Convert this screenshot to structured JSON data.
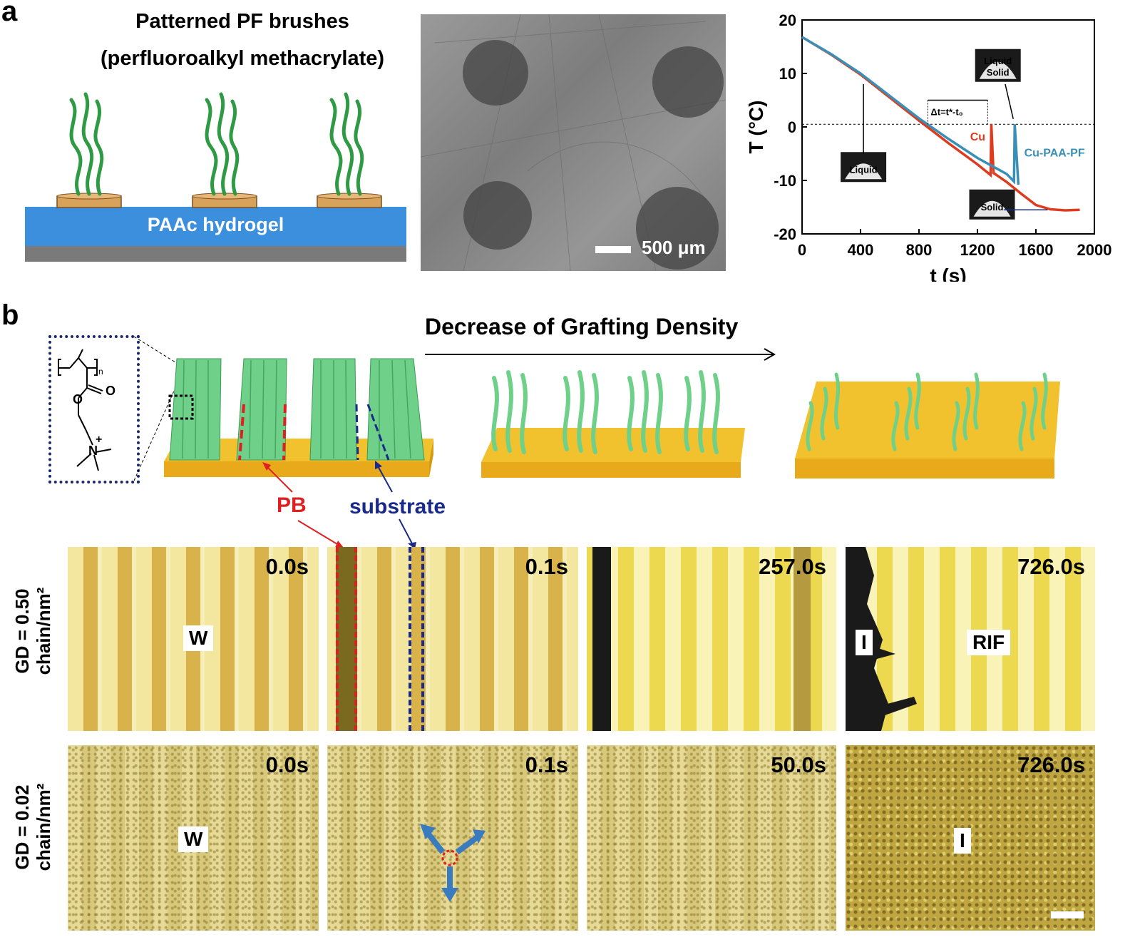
{
  "panel_a": {
    "letter": "a",
    "title_line1": "Patterned PF brushes",
    "title_line2": "(perfluoroalkyl methacrylate)",
    "hydrogel_label": "PAAc hydrogel",
    "scale_bar_label": "500 μm",
    "colors": {
      "hydrogel": "#3b8fdd",
      "brush": "#2e9a43",
      "pad": "#d9a25a",
      "base": "#7a7a7a"
    }
  },
  "chart_data": {
    "type": "line",
    "xlabel": "t (s)",
    "ylabel": "T (°C)",
    "xlim": [
      0,
      2000
    ],
    "ylim": [
      -20,
      20
    ],
    "xticks": [
      0,
      400,
      800,
      1200,
      1600,
      2000
    ],
    "yticks": [
      -20,
      -10,
      0,
      10,
      20
    ],
    "reference_line_y": 0.5,
    "series": [
      {
        "name": "Cu",
        "color": "#e03a1e",
        "x": [
          0,
          200,
          400,
          600,
          800,
          1000,
          1200,
          1290,
          1295,
          1310,
          1400,
          1500,
          1600,
          1700,
          1800,
          1900
        ],
        "y": [
          16.8,
          13.5,
          9.8,
          5.5,
          1.2,
          -3.0,
          -7.0,
          -9.0,
          0.5,
          -8.6,
          -10.3,
          -12.5,
          -14.6,
          -15.4,
          -15.6,
          -15.5
        ]
      },
      {
        "name": "Cu-PAA-PF",
        "color": "#3a8fb7",
        "x": [
          0,
          200,
          400,
          600,
          800,
          1000,
          1200,
          1400,
          1450,
          1455,
          1480
        ],
        "y": [
          16.8,
          13.6,
          10.0,
          5.8,
          1.6,
          -2.2,
          -5.8,
          -8.8,
          -10.2,
          0.5,
          -10.8
        ]
      }
    ],
    "annotations": [
      "Δt=t*-t₀",
      "Liquid",
      "Liquid",
      "Solid",
      "Solid"
    ]
  },
  "panel_b": {
    "letter": "b",
    "title": "Decrease of Grafting Density",
    "label_pb": "PB",
    "label_substrate": "substrate",
    "monomer_n": "n",
    "monomer_o": "O",
    "monomer_n_plus": "N",
    "monomer_plus": "+",
    "row1_label_line1": "GD = 0.50",
    "row1_label_line2": "chain/nm²",
    "row2_label_line1": "GD = 0.02",
    "row2_label_line2": "chain/nm²",
    "row1_times": [
      "0.0s",
      "0.1s",
      "257.0s",
      "726.0s"
    ],
    "row2_times": [
      "0.0s",
      "0.1s",
      "50.0s",
      "726.0s"
    ],
    "tag_w": "W",
    "tag_i": "I",
    "tag_rif": "RIF",
    "colors": {
      "pb": "#e02020",
      "substrate": "#1a2a8a",
      "brush": "#6fd08a",
      "slab": "#f2c12e"
    }
  }
}
